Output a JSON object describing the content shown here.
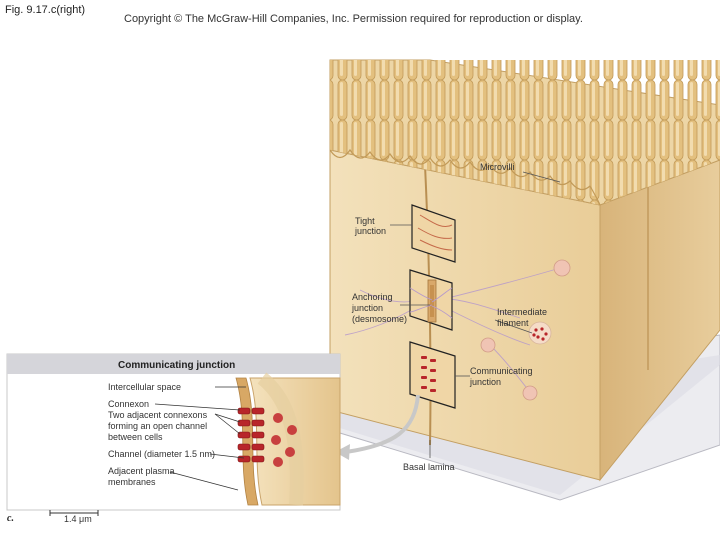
{
  "figure_label": "Fig. 9.17.c(right)",
  "copyright": "Copyright © The McGraw-Hill Companies, Inc. Permission required for reproduction or display.",
  "labels": {
    "microvilli": "Microvilli",
    "tight_junction_1": "Tight",
    "tight_junction_2": "junction",
    "anchoring_1": "Anchoring",
    "anchoring_2": "junction",
    "anchoring_3": "(desmosome)",
    "intermediate_1": "Intermediate",
    "intermediate_2": "filament",
    "communicating_1": "Communicating",
    "communicating_2": "junction",
    "basal_lamina": "Basal lamina"
  },
  "inset": {
    "title": "Communicating junction",
    "labels": [
      "Intercellular space",
      "Connexon",
      "Two adjacent connexons",
      "forming an open channel",
      "between cells",
      "Channel (diameter 1.5 nm)",
      "Adjacent plasma",
      "membranes"
    ]
  },
  "part_letter": "c.",
  "scale_bar": "1.4 μm",
  "colors": {
    "cell": "#f1dcb0",
    "cell_shade": "#d9b478",
    "microvilli": "#e8c98a",
    "basal": "#e6e6ea",
    "connexon": "#b8262a"
  }
}
